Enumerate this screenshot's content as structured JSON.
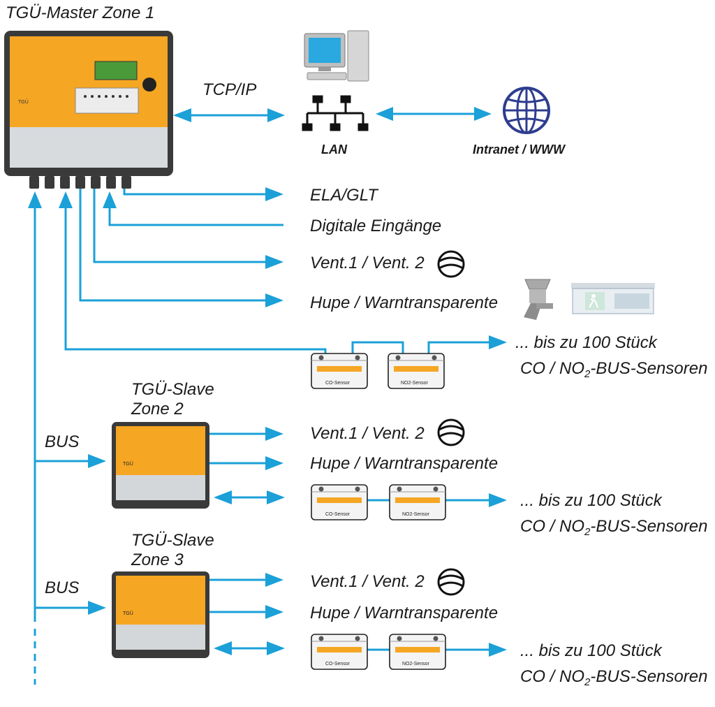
{
  "master": {
    "title": "TGÜ-Master Zone 1",
    "panel_label": "TGÜ"
  },
  "network": {
    "tcp_label": "TCP/IP",
    "lan_label": "LAN",
    "intranet_label": "Intranet / WWW"
  },
  "master_outputs": {
    "ela": "ELA/GLT",
    "digital": "Digitale Eingänge",
    "vent": "Vent.1 / Vent. 2",
    "hupe": "Hupe / Warntransparente"
  },
  "sensors": {
    "co_label": "CO-Sensor",
    "no2_label": "NO2-Sensor",
    "count_text": "... bis zu 100 Stück",
    "type_prefix": "CO / NO",
    "type_sub": "2",
    "type_suffix": "-BUS-Sensoren"
  },
  "slaves": [
    {
      "title_line1": "TGÜ-Slave",
      "title_line2": "Zone 2",
      "bus_label": "BUS",
      "vent": "Vent.1 / Vent. 2",
      "hupe": "Hupe / Warntransparente"
    },
    {
      "title_line1": "TGÜ-Slave",
      "title_line2": "Zone 3",
      "bus_label": "BUS",
      "vent": "Vent.1 / Vent. 2",
      "hupe": "Hupe / Warntransparente"
    }
  ],
  "colors": {
    "line": "#1ba0d8",
    "device_orange": "#f5a623",
    "device_dark": "#3a3a3a"
  }
}
